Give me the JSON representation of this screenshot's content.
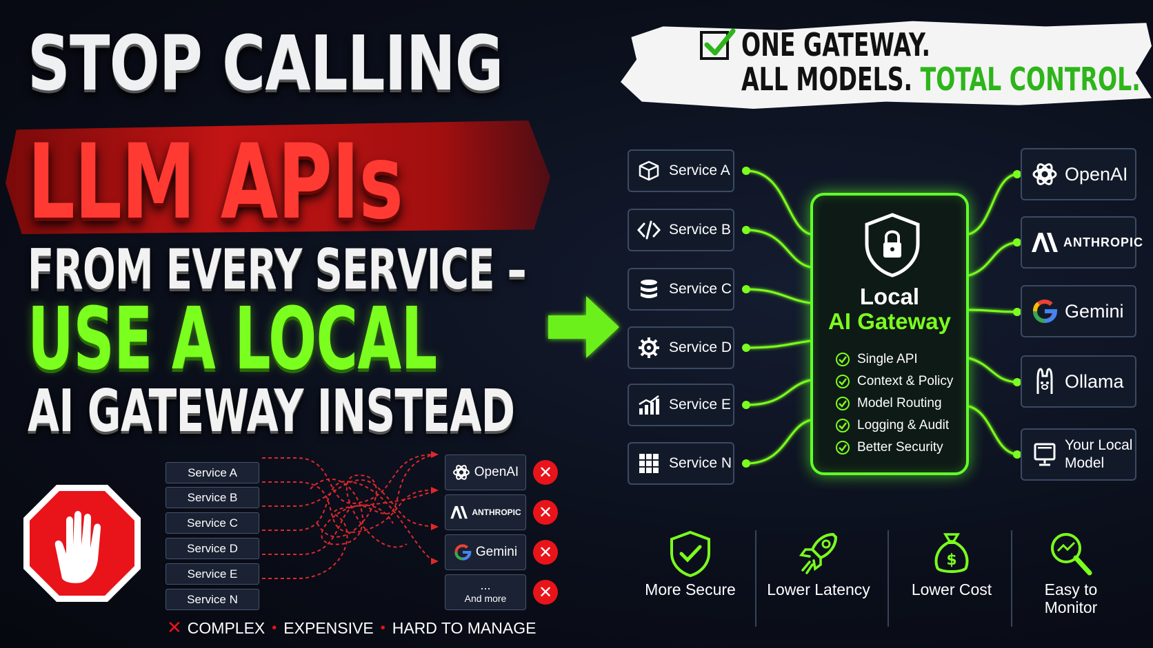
{
  "headline": {
    "line1": "STOP CALLING",
    "line2": "LLM APIs",
    "line3": "FROM EVERY SERVICE –",
    "line4": "USE A LOCAL",
    "line5": "AI GATEWAY INSTEAD"
  },
  "banner": {
    "line1": "ONE GATEWAY.",
    "line2a": "ALL MODELS.",
    "line2b": "TOTAL CONTROL."
  },
  "services": [
    {
      "label": "Service A",
      "icon": "cube-icon"
    },
    {
      "label": "Service B",
      "icon": "code-icon"
    },
    {
      "label": "Service C",
      "icon": "database-icon"
    },
    {
      "label": "Service D",
      "icon": "gear-icon"
    },
    {
      "label": "Service E",
      "icon": "chart-icon"
    },
    {
      "label": "Service N",
      "icon": "grid-icon"
    }
  ],
  "gateway": {
    "title1": "Local",
    "title2": "AI Gateway",
    "features": [
      "Single API",
      "Context & Policy",
      "Model Routing",
      "Logging & Audit",
      "Better Security"
    ]
  },
  "providers": [
    {
      "label": "OpenAI",
      "icon": "openai-icon"
    },
    {
      "label": "ANTHROPIC",
      "icon": "anthropic-icon"
    },
    {
      "label": "Gemini",
      "icon": "google-icon"
    },
    {
      "label": "Ollama",
      "icon": "ollama-icon"
    },
    {
      "label": "Your Local Model",
      "icon": "computer-icon"
    }
  ],
  "benefits": [
    {
      "label": "More Secure",
      "icon": "shield-check-icon"
    },
    {
      "label": "Lower Latency",
      "icon": "rocket-icon"
    },
    {
      "label": "Lower Cost",
      "icon": "money-bag-icon"
    },
    {
      "label": "Easy to Monitor",
      "icon": "magnifier-icon"
    }
  ],
  "mess": {
    "services": [
      "Service A",
      "Service B",
      "Service C",
      "Service D",
      "Service E",
      "Service N"
    ],
    "providers": [
      "OpenAI",
      "ANTHROPIC",
      "Gemini"
    ],
    "more_dots": "...",
    "more_label": "And more",
    "footer": [
      "COMPLEX",
      "EXPENSIVE",
      "HARD TO MANAGE"
    ]
  },
  "colors": {
    "accent_green": "#7bff1e",
    "alert_red": "#e8141a",
    "headline_red": "#ff3a33"
  }
}
